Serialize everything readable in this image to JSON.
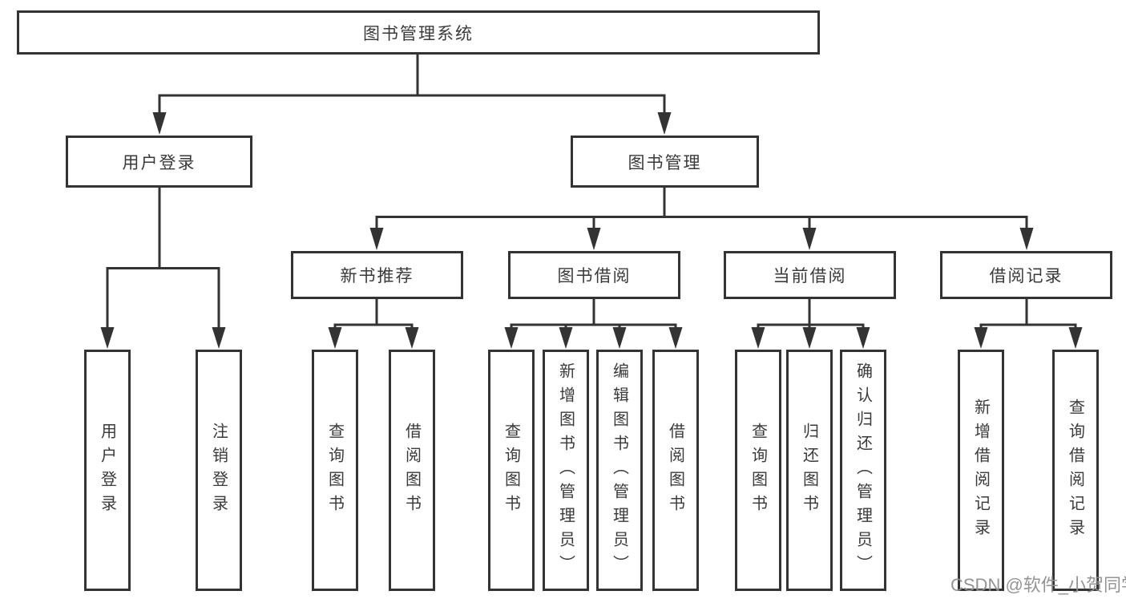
{
  "tree": {
    "label": "图书管理系统",
    "children": [
      {
        "label": "用户登录",
        "children": [
          {
            "label": "用户登录"
          },
          {
            "label": "注销登录"
          }
        ]
      },
      {
        "label": "图书管理",
        "children": [
          {
            "label": "新书推荐",
            "children": [
              {
                "label": "查询图书"
              },
              {
                "label": "借阅图书"
              }
            ]
          },
          {
            "label": "图书借阅",
            "children": [
              {
                "label": "查询图书"
              },
              {
                "label": "新增图书（管理员）"
              },
              {
                "label": "编辑图书（管理员）"
              },
              {
                "label": "借阅图书"
              }
            ]
          },
          {
            "label": "当前借阅",
            "children": [
              {
                "label": "查询图书"
              },
              {
                "label": "归还图书"
              },
              {
                "label": "确认归还（管理员）"
              }
            ]
          },
          {
            "label": "借阅记录",
            "children": [
              {
                "label": "新增借阅记录"
              },
              {
                "label": "查询借阅记录"
              }
            ]
          }
        ]
      }
    ]
  },
  "watermark": {
    "text": "CSDN @软件_小贺同学"
  },
  "colors": {
    "line": "#333333",
    "box_border": "#333333",
    "text": "#3a3a3a",
    "watermark": "#8f8f8f",
    "background": "#ffffff"
  }
}
